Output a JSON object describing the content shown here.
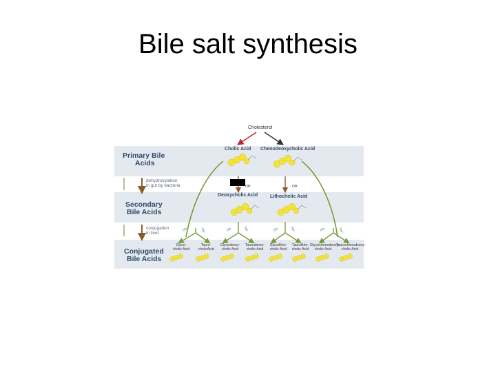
{
  "slide": {
    "title": "Bile salt synthesis"
  },
  "diagram": {
    "source": "Cholesterol",
    "primary": {
      "section_label_1": "Primary Bile",
      "section_label_2": "Acids",
      "acid_1": "Cholic Acid",
      "acid_2": "Chenodeoxycholic Acid"
    },
    "step1": {
      "line1": "dehydroxylation",
      "line2": "in gut by bacteria"
    },
    "secondary": {
      "section_label_1": "Secondary",
      "section_label_2": "Bile Acids",
      "acid_1": "Deoxycholic Acid",
      "acid_2": "Lithocholic Acid",
      "oh": "OH"
    },
    "step2": {
      "line1": "conjugation",
      "line2": "in liver"
    },
    "conjugated": {
      "section_label_1": "Conjugated",
      "section_label_2": "Bile Acids",
      "acids": [
        {
          "l1": "Glyco-",
          "l2": "cholic Acid"
        },
        {
          "l1": "Tauro-",
          "l2": "cholicAcid"
        },
        {
          "l1": "Glycodeoxy-",
          "l2": "cholic Acid"
        },
        {
          "l1": "Taurodeoxy-",
          "l2": "cholic Acid"
        },
        {
          "l1": "Glycolitho-",
          "l2": "cholic Acid"
        },
        {
          "l1": "Taurolitho-",
          "l2": "cholic Acid"
        },
        {
          "l1": "Glycochenodeoxy-",
          "l2": "cholic Acid"
        },
        {
          "l1": "Taurochenodeoxy-",
          "l2": "cholic Acid"
        }
      ]
    },
    "colors": {
      "band": "#e4e9ef",
      "arrow_green": "#7a9a3a",
      "arrow_red": "#c0262b",
      "molecule": "#f2e33b",
      "step_arrow": "#8b5a2b"
    }
  }
}
